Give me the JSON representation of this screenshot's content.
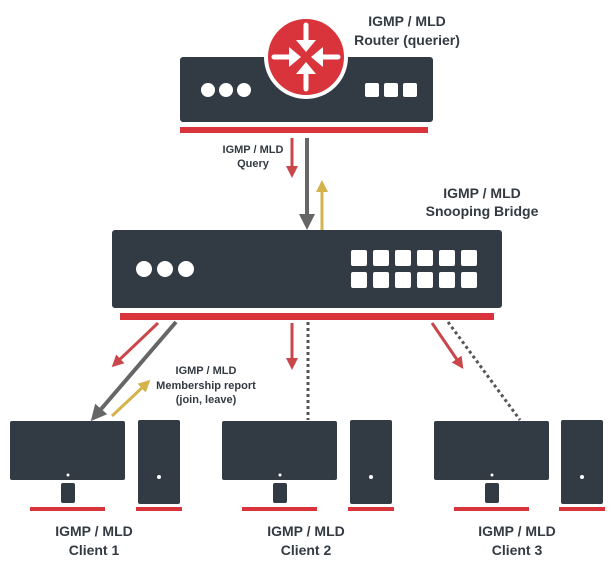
{
  "router": {
    "title_line1": "IGMP / MLD",
    "title_line2": "Router (querier)"
  },
  "query_label": {
    "line1": "IGMP / MLD",
    "line2": "Query"
  },
  "bridge": {
    "title_line1": "IGMP / MLD",
    "title_line2": "Snooping Bridge"
  },
  "report_label": {
    "line1": "IGMP / MLD",
    "line2": "Membership report",
    "line3": "(join, leave)"
  },
  "clients": [
    {
      "line1": "IGMP / MLD",
      "line2": "Client 1"
    },
    {
      "line1": "IGMP / MLD",
      "line2": "Client 2"
    },
    {
      "line1": "IGMP / MLD",
      "line2": "Client 3"
    }
  ],
  "colors": {
    "device": "#323b43",
    "accent_red": "#d9343c",
    "arrow_red": "#c9474b",
    "arrow_gold": "#d4b24c",
    "arrow_gray": "#666666",
    "dotted": "#555555",
    "text": "#333a41"
  },
  "icons": {
    "router": "router-arrows-icon",
    "switch": "switch-ports-icon",
    "client": "desktop-computer-icon"
  }
}
